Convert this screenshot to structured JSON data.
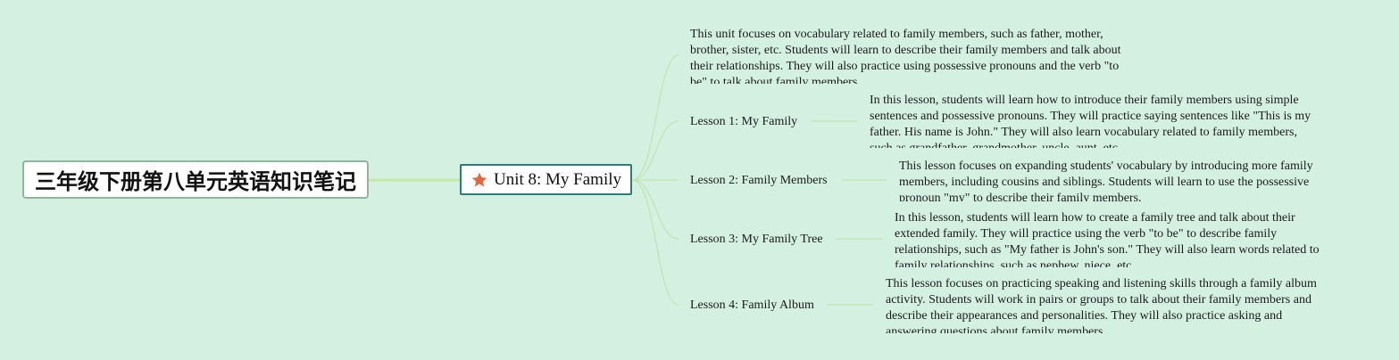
{
  "root": {
    "title": "三年级下册第八单元英语知识笔记"
  },
  "unit": {
    "title": "Unit 8: My Family",
    "icon": "star-icon",
    "icon_color": "#e2673c"
  },
  "overview": {
    "text": "This unit focuses on vocabulary related to family members, such as father, mother, brother, sister, etc. Students will learn to describe their family members and talk about their relationships. They will also practice using possessive pronouns and the verb \"to be\" to talk about family members."
  },
  "lessons": [
    {
      "title": "Lesson 1: My Family",
      "text": "In this lesson, students will learn how to introduce their family members using simple sentences and possessive pronouns. They will practice saying sentences like \"This is my father. His name is John.\" They will also learn vocabulary related to family members, such as grandfather, grandmother, uncle, aunt, etc."
    },
    {
      "title": "Lesson 2: Family Members",
      "text": "This lesson focuses on expanding students' vocabulary by introducing more family members, including cousins and siblings. Students will learn to use the possessive pronoun \"my\" to describe their family members."
    },
    {
      "title": "Lesson 3: My Family Tree",
      "text": "In this lesson, students will learn how to create a family tree and talk about their extended family. They will practice using the verb \"to be\" to describe family relationships, such as \"My father is John's son.\" They will also learn words related to family relationships, such as nephew, niece, etc."
    },
    {
      "title": "Lesson 4: Family Album",
      "text": "This lesson focuses on practicing speaking and listening skills through a family album activity. Students will work in pairs or groups to talk about their family members and describe their appearances and personalities. They will also practice asking and answering questions about family members."
    }
  ],
  "colors": {
    "background": "#d3f0e1",
    "connector": "#b9e6a6",
    "unit_border": "#2f7b78"
  }
}
